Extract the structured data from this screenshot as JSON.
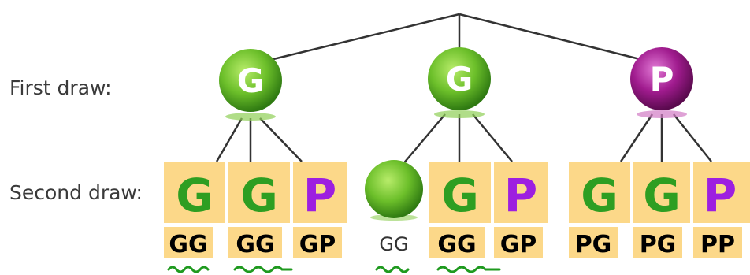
{
  "labels": {
    "first_draw": "First draw:",
    "second_draw": "Second draw:"
  },
  "first_draw": [
    {
      "letter": "G",
      "color": "green"
    },
    {
      "letter": "G",
      "color": "green"
    },
    {
      "letter": "P",
      "color": "purple"
    }
  ],
  "second_draw": [
    {
      "letter": "G",
      "color": "green",
      "outcome": "GG",
      "underlined": true
    },
    {
      "letter": "G",
      "color": "green",
      "outcome": "GG",
      "underlined": true
    },
    {
      "letter": "P",
      "color": "purple",
      "outcome": "GP",
      "underlined": false
    },
    {
      "letter": "",
      "color": "ball",
      "outcome": "GG",
      "underlined": true
    },
    {
      "letter": "G",
      "color": "green",
      "outcome": "GG",
      "underlined": true
    },
    {
      "letter": "P",
      "color": "purple",
      "outcome": "GP",
      "underlined": false
    },
    {
      "letter": "G",
      "color": "green",
      "outcome": "PG",
      "underlined": false
    },
    {
      "letter": "G",
      "color": "green",
      "outcome": "PG",
      "underlined": false
    },
    {
      "letter": "P",
      "color": "purple",
      "outcome": "PP",
      "underlined": false
    }
  ],
  "colors": {
    "green": "#2e9e22",
    "purple": "#9d1fe0",
    "box_fill": "#fcd889",
    "line": "#333333",
    "underline": "#1f9a1f",
    "green_ball": "#6cbf2a",
    "purple_ball": "#a01b8e"
  }
}
